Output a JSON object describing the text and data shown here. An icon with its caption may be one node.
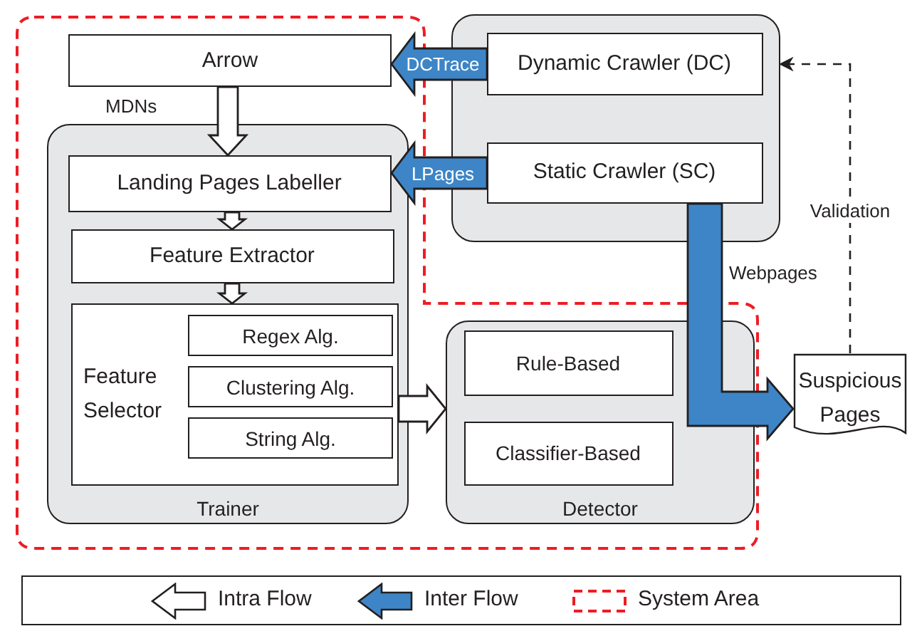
{
  "diagram": {
    "nodes": [
      {
        "text": [
          "Arrow"
        ]
      },
      {
        "text": [
          "Trainer"
        ]
      },
      {
        "text": [
          "Landing Pages Labeller"
        ],
        "in": 1
      },
      {
        "text": [
          "Feature Extractor"
        ],
        "in": 1
      },
      {
        "text": [
          "Feature Selector"
        ],
        "in": 1
      },
      {
        "text": [
          "Regex Alg."
        ],
        "in": 4
      },
      {
        "text": [
          "Clustering Alg."
        ],
        "in": 4
      },
      {
        "text": [
          "String Alg."
        ],
        "in": 4
      },
      {
        "text": [],
        "shape": "box"
      },
      {
        "text": [
          "Dynamic Crawler (DC)"
        ],
        "in": 8
      },
      {
        "text": [
          "Static Crawler (SC)"
        ],
        "in": 8
      },
      {
        "text": [
          "Detector"
        ]
      },
      {
        "text": [
          "Rule-Based"
        ],
        "in": 11
      },
      {
        "text": [
          "Classifier-Based"
        ],
        "in": 11
      },
      {
        "text": [
          "Suspicious Pages"
        ]
      }
    ],
    "edges": [
      {
        "from": 9,
        "to": 0,
        "arrow": "to",
        "label": "DCTrace",
        "style": "thick",
        "color": "#3d85c6"
      },
      {
        "from": 10,
        "to": 2,
        "arrow": "to",
        "label": "LPages",
        "style": "thick",
        "color": "#3d85c6"
      },
      {
        "from": 10,
        "to": 14,
        "arrow": "to",
        "label": "Webpages",
        "style": "thick",
        "color": "#3d85c6"
      },
      {
        "from": 0,
        "to": 2,
        "arrow": "to",
        "label": "MDNs",
        "style": "thick"
      },
      {
        "from": 2,
        "to": 3,
        "arrow": "to",
        "style": "thick"
      },
      {
        "from": 3,
        "to": 4,
        "arrow": "to",
        "style": "thick"
      },
      {
        "from": 4,
        "to": 11,
        "arrow": "to",
        "style": "thick"
      },
      {
        "from": 14,
        "to": 8,
        "arrow": "to",
        "label": "Validation",
        "style": "dashed"
      }
    ],
    "legend": [
      {
        "text": "Intra Flow"
      },
      {
        "text": "Inter Flow"
      },
      {
        "text": "System Area"
      }
    ]
  }
}
